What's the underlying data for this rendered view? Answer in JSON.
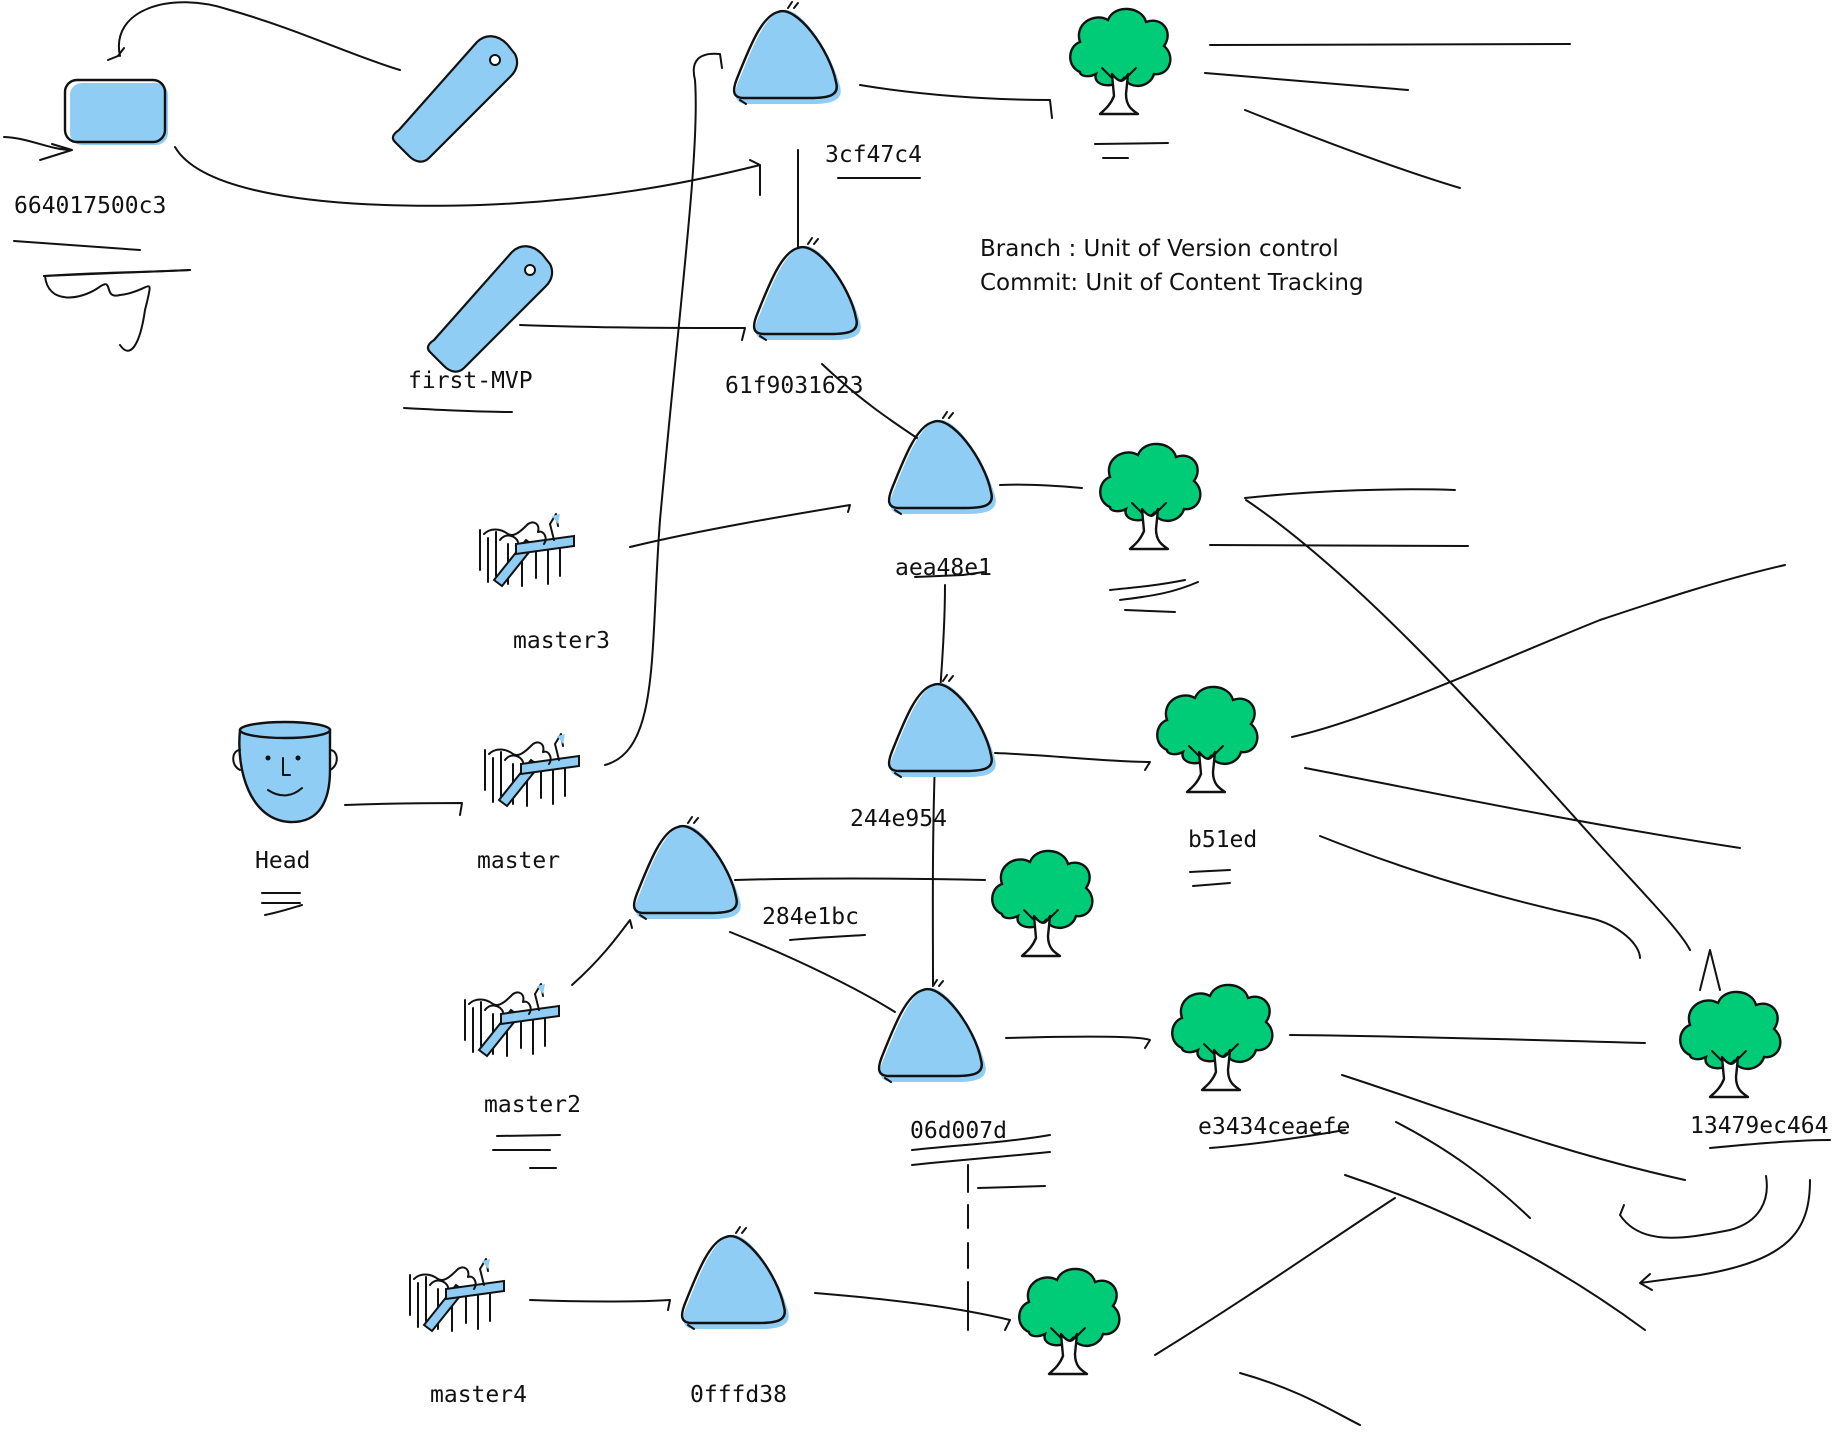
{
  "notes": {
    "line1": "Branch : Unit of Version control",
    "line2": "Commit: Unit of Content Tracking"
  },
  "scribble": "tag",
  "labels": {
    "blob": "664017500c3",
    "tag_first_mvp": "first-MVP",
    "head": "Head",
    "master": "master",
    "master2": "master2",
    "master3": "master3",
    "master4": "master4"
  },
  "commits": [
    "3cf47c4",
    "61f9031623",
    "aea48e1",
    "244e954",
    "284e1bc",
    "06d007d",
    "0fffd38"
  ],
  "trees": [
    "b51ed",
    "e3434ceaefe",
    "13479ec464"
  ],
  "colors": {
    "commit_fill": "#90cdf4",
    "tree_fill": "#00cc77",
    "ink": "#111111"
  },
  "icons": [
    "tag-icon",
    "blob-icon",
    "head-face-icon",
    "branch-hand-icon",
    "commit-icon",
    "tree-icon"
  ]
}
